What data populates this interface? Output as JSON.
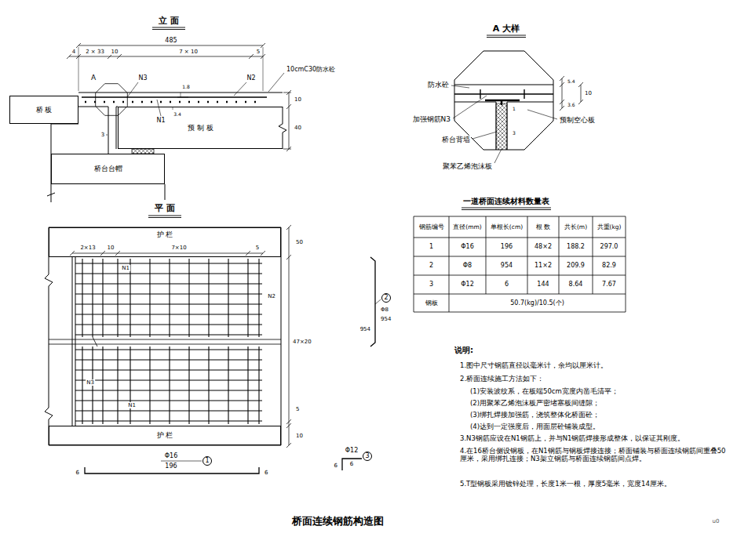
{
  "diagram": {
    "title": "桥面连续钢筋构造图",
    "nodes": [
      {
        "text": [
          "桥 板"
        ]
      },
      {
        "text": [
          "预 制 板"
        ]
      },
      {
        "text": [
          "桥台台帽"
        ]
      },
      {
        "text": [
          "护 栏"
        ]
      },
      {
        "text": [
          "护 栏"
        ]
      },
      {
        "text": [
          "1"
        ]
      },
      {
        "text": [
          "2"
        ]
      },
      {
        "text": [
          "3"
        ]
      }
    ],
    "labels": [
      "立 面",
      "485",
      "4",
      "2 × 33",
      "10",
      "7 × 10",
      "5",
      "A",
      "N3",
      "N2",
      "10cmC30防水砼",
      "1.8",
      "3.4",
      "N1",
      "3",
      "10",
      "40",
      "A 大样",
      "防水砼",
      "加强钢筋N3",
      "桥台背墙",
      "聚苯乙烯泡沫板",
      "预制空心板",
      "5.4",
      "10",
      "3.6",
      "1",
      "3",
      "平 面",
      "2×13",
      "10",
      "7×10",
      "5",
      "N1",
      "N2",
      "N3",
      "N1",
      "50",
      "47×20",
      "5",
      "10",
      "954",
      "Φ8",
      "954",
      "Φ16",
      "196",
      "6",
      "6",
      "Φ12",
      "6",
      "6",
      "一道桥面连续材料数量表",
      "钢筋编号",
      "直径(mm)",
      "单根长(cm)",
      "根 数",
      "共长(m)",
      "共重(kg)",
      "1",
      "Φ16",
      "196",
      "48×2",
      "188.2",
      "297.0",
      "2",
      "Φ8",
      "954",
      "11×2",
      "209.9",
      "82.9",
      "3",
      "Φ12",
      "6",
      "144",
      "8.64",
      "7.67",
      "钢板",
      "50.7(kg)/10.5(个)",
      "说明:",
      "1.图中尺寸钢筋直径以毫米计，余均以厘米计。",
      "2.桥面连续施工方法如下：",
      "(1)安装波纹系，在板端50cm宽度内凿毛清平；",
      "(2)用聚苯乙烯泡沫板严密堵塞板间缝隙；",
      "(3)绑扎焊接加强筋，浇筑整体化桥面砼；",
      "(4)达到一定强度后，用面层砼铺装成型。",
      "3.N3钢筋应设在N1钢筋上，并与N1钢筋焊接形成整体，以保证其刚度。",
      "4.在16桥台侧设钢板，在N1钢筋与钢板焊接连接；桥面铺装与桥面连续钢筋间重叠50厘米，采用绑扎连接；N3架立钢筋与桥面连续钢筋间点焊。",
      "5.T型钢板采用镀锌处理，长度1米一根，厚度5毫米，宽度14厘米。",
      "u0"
    ]
  }
}
